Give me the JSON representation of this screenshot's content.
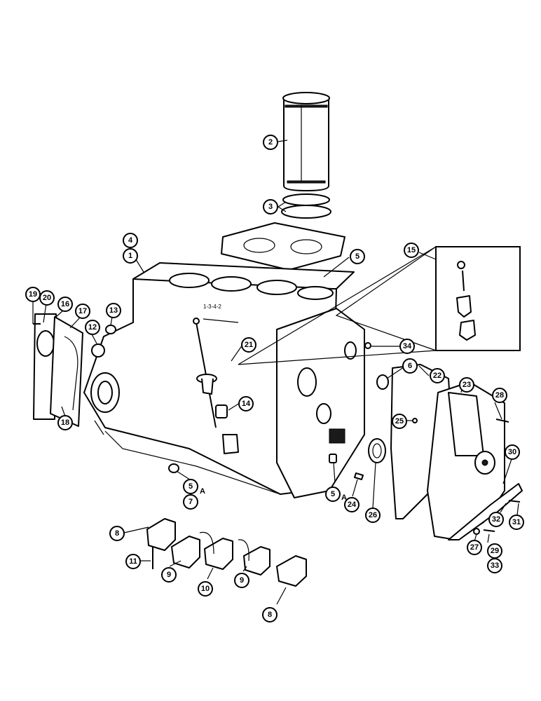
{
  "diagram": {
    "block_stamp": "1-3-4-2",
    "callouts": [
      {
        "id": "c2",
        "label": "2"
      },
      {
        "id": "c3",
        "label": "3"
      },
      {
        "id": "c4",
        "label": "4"
      },
      {
        "id": "c1",
        "label": "1"
      },
      {
        "id": "c5a",
        "label": "5"
      },
      {
        "id": "c15",
        "label": "15"
      },
      {
        "id": "c19",
        "label": "19"
      },
      {
        "id": "c20",
        "label": "20"
      },
      {
        "id": "c16",
        "label": "16"
      },
      {
        "id": "c17",
        "label": "17"
      },
      {
        "id": "c13",
        "label": "13"
      },
      {
        "id": "c12",
        "label": "12"
      },
      {
        "id": "c18",
        "label": "18"
      },
      {
        "id": "c21",
        "label": "21"
      },
      {
        "id": "c34",
        "label": "34"
      },
      {
        "id": "c6",
        "label": "6"
      },
      {
        "id": "c22",
        "label": "22"
      },
      {
        "id": "c23",
        "label": "23"
      },
      {
        "id": "c28",
        "label": "28"
      },
      {
        "id": "c14",
        "label": "14"
      },
      {
        "id": "c25",
        "label": "25"
      },
      {
        "id": "c30",
        "label": "30"
      },
      {
        "id": "c5b",
        "label": "5",
        "suffix": "A"
      },
      {
        "id": "c7",
        "label": "7"
      },
      {
        "id": "c5c",
        "label": "5",
        "suffix": "A"
      },
      {
        "id": "c24",
        "label": "24"
      },
      {
        "id": "c26",
        "label": "26"
      },
      {
        "id": "c32",
        "label": "32"
      },
      {
        "id": "c31",
        "label": "31"
      },
      {
        "id": "c27",
        "label": "27"
      },
      {
        "id": "c29",
        "label": "29"
      },
      {
        "id": "c33",
        "label": "33"
      },
      {
        "id": "c8a",
        "label": "8"
      },
      {
        "id": "c11",
        "label": "11"
      },
      {
        "id": "c9a",
        "label": "9"
      },
      {
        "id": "c10",
        "label": "10"
      },
      {
        "id": "c9b",
        "label": "9"
      },
      {
        "id": "c8b",
        "label": "8"
      }
    ]
  }
}
